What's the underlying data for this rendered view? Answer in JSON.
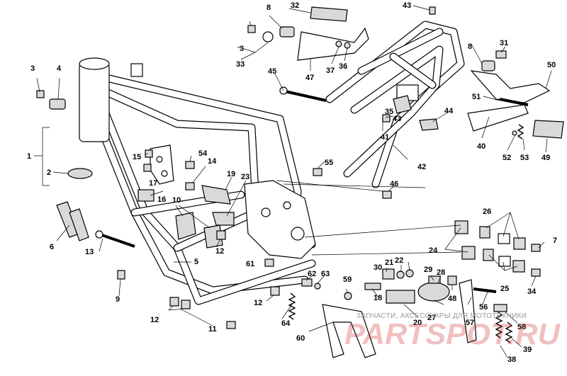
{
  "diagram": {
    "labels": {
      "l1": "1",
      "l2": "2",
      "l3a": "3",
      "l3b": "3",
      "l4": "4",
      "l5": "5",
      "l6": "6",
      "l7": "7",
      "l8a": "8",
      "l8b": "8",
      "l9": "9",
      "l10": "10",
      "l11": "11",
      "l12a": "12",
      "l12b": "12",
      "l12c": "12",
      "l13": "13",
      "l14": "14",
      "l15": "15",
      "l16": "16",
      "l17": "17",
      "l18": "18",
      "l19": "19",
      "l20": "20",
      "l21": "21",
      "l22": "22",
      "l23": "23",
      "l24": "24",
      "l25": "25",
      "l26": "26",
      "l27": "27",
      "l28": "28",
      "l29": "29",
      "l30": "30",
      "l31": "31",
      "l32": "32",
      "l33": "33",
      "l34": "34",
      "l35": "35",
      "l36": "36",
      "l37": "37",
      "l38": "38",
      "l39": "39",
      "l40": "40",
      "l41": "41",
      "l42": "42",
      "l43a": "43",
      "l43b": "43",
      "l44": "44",
      "l45": "45",
      "l46": "46",
      "l47": "47",
      "l48": "48",
      "l49": "49",
      "l50": "50",
      "l51": "51",
      "l52": "52",
      "l53": "53",
      "l54": "54",
      "l55": "55",
      "l56": "56",
      "l57": "57",
      "l58": "58",
      "l59": "59",
      "l60": "60",
      "l61": "61",
      "l62": "62",
      "l63": "63",
      "l64": "64"
    },
    "watermark": {
      "caption": "ЗАПЧАСТИ, АКСЕССУАРЫ ДЛЯ МОТОТЕХНИКИ",
      "brand": "PARTSPOT.RU"
    }
  }
}
